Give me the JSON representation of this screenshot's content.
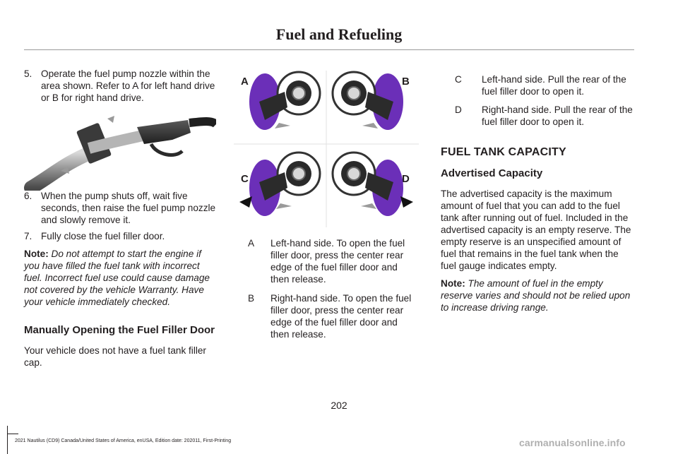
{
  "header": {
    "title": "Fuel and Refueling"
  },
  "col1": {
    "step5": {
      "num": "5.",
      "text": "Operate the fuel pump nozzle within the area shown. Refer to A for left hand drive or B for right hand drive."
    },
    "step6": {
      "num": "6.",
      "text": "When the pump shuts off, wait five seconds, then raise the fuel pump nozzle and slowly remove it."
    },
    "step7": {
      "num": "7.",
      "text": "Fully close the fuel filler door."
    },
    "note": {
      "label": "Note:",
      "text": "Do not attempt to start the engine if you have filled the fuel tank with incorrect fuel.  Incorrect fuel use could cause damage not covered by the vehicle Warranty.  Have your vehicle immediately checked."
    },
    "subheading": "Manually Opening the Fuel Filler Door",
    "para": "Your vehicle does not have a fuel tank filler cap."
  },
  "col2": {
    "figure_labels": {
      "a": "A",
      "b": "B",
      "c": "C",
      "d": "D"
    },
    "legend": [
      {
        "key": "A",
        "text": "Left-hand side. To open the fuel filler door, press the center rear edge of the fuel filler door and then release."
      },
      {
        "key": "B",
        "text": "Right-hand side. To open the fuel filler door, press the center rear edge of the fuel filler door and then release."
      }
    ]
  },
  "col3": {
    "legend": [
      {
        "key": "C",
        "text": "Left-hand side. Pull the rear of the fuel filler door to open it."
      },
      {
        "key": "D",
        "text": "Right-hand side. Pull the rear of the fuel filler door to open it."
      }
    ],
    "section_heading": "FUEL TANK CAPACITY",
    "subheading": "Advertised Capacity",
    "para": "The advertised capacity is the maximum amount of fuel that you can add to the fuel tank after running out of fuel. Included in the advertised capacity is an empty reserve. The empty reserve is an unspecified amount of fuel that remains in the fuel tank when the fuel gauge indicates empty.",
    "note": {
      "label": "Note:",
      "text": "The amount of fuel in the empty reserve varies and should not be relied upon to increase driving range."
    }
  },
  "page_number": "202",
  "footer": "2021 Nautilus (CD9) Canada/United States of America, enUSA, Edition date: 202011, First-Printing",
  "watermark": "carmanualsonline.info",
  "colors": {
    "accent_purple": "#6b2fb8",
    "text": "#231f20"
  }
}
